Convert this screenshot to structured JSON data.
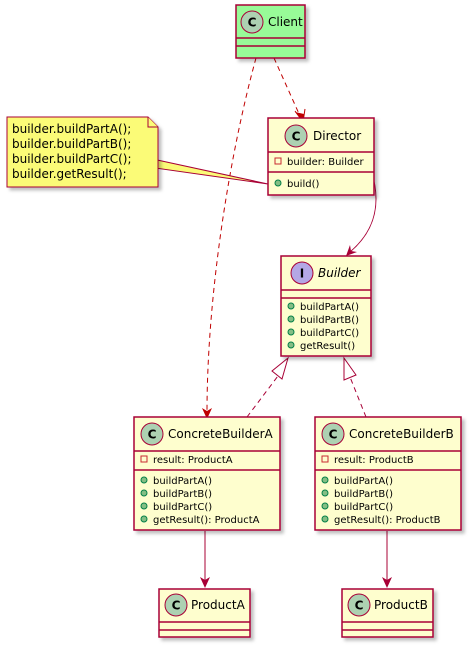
{
  "colors": {
    "class_fill": "#FEFECE",
    "client_fill": "#98FB98",
    "border": "#A80036",
    "arrow": "#A80036",
    "dependency": "#C00000",
    "class_circle": "#ADD1B2",
    "interface_circle": "#B4A7E5",
    "note_fill": "#FBFB77"
  },
  "classes": {
    "client": {
      "name": "Client",
      "stereo_letter": "C"
    },
    "director": {
      "name": "Director",
      "stereo_letter": "C",
      "field": "builder: Builder",
      "methods": [
        "build()"
      ]
    },
    "builder": {
      "name": "Builder",
      "stereo_letter": "I",
      "methods": [
        "buildPartA()",
        "buildPartB()",
        "buildPartC()",
        "getResult()"
      ]
    },
    "concrete_a": {
      "name": "ConcreteBuilderA",
      "stereo_letter": "C",
      "field": "result: ProductA",
      "methods": [
        "buildPartA()",
        "buildPartB()",
        "buildPartC()",
        "getResult(): ProductA"
      ]
    },
    "concrete_b": {
      "name": "ConcreteBuilderB",
      "stereo_letter": "C",
      "field": "result: ProductB",
      "methods": [
        "buildPartA()",
        "buildPartB()",
        "buildPartC()",
        "getResult(): ProductB"
      ]
    },
    "product_a": {
      "name": "ProductA",
      "stereo_letter": "C"
    },
    "product_b": {
      "name": "ProductB",
      "stereo_letter": "C"
    }
  },
  "note": {
    "lines": [
      "builder.buildPartA();",
      "builder.buildPartB();",
      "builder.buildPartC();",
      "builder.getResult();"
    ]
  }
}
